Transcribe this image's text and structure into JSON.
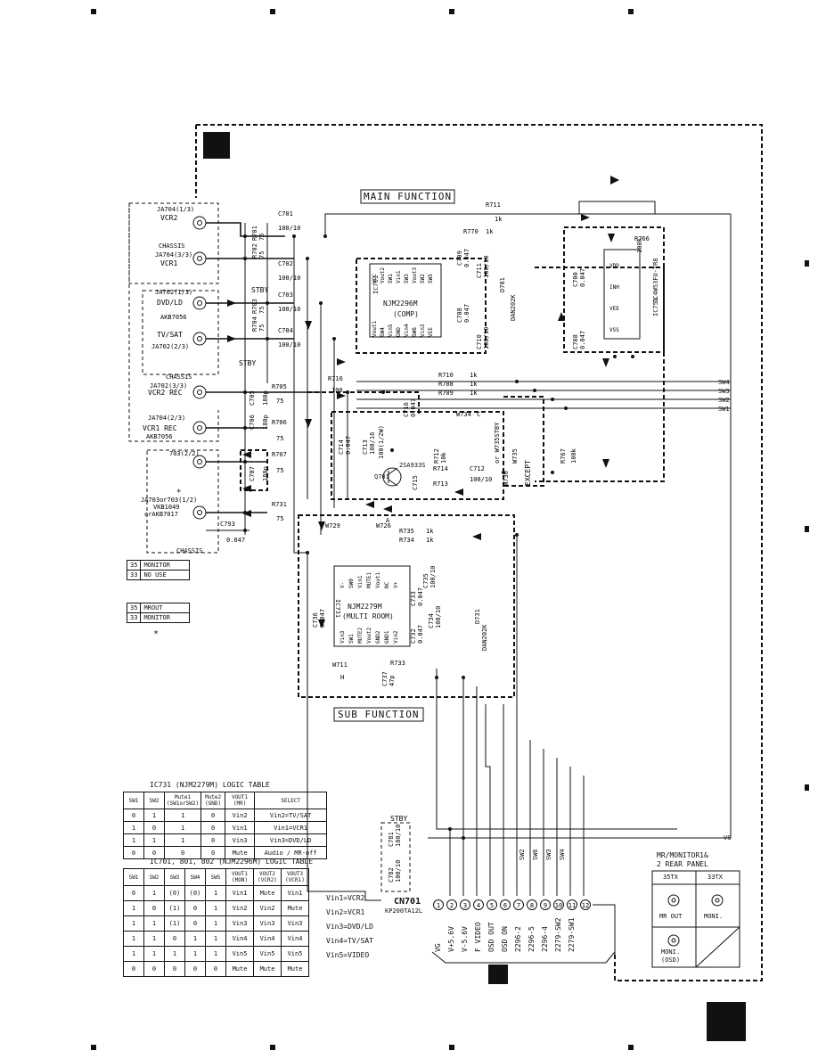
{
  "blocks": {
    "main_function": "MAIN FUNCTION",
    "sub_function": "SUB FUNCTION"
  },
  "jacks": {
    "ja704_1": "JA704(1/3)",
    "vcr2": "VCR2",
    "chassis": "CHASSIS",
    "ja704_3": "JA704(3/3)",
    "vcr1": "VCR1",
    "ja702_1": "JA702(1/3)",
    "dvd_ld": "DVD/LD",
    "akb7056": "AKB7056",
    "tv_sat": "TV/SAT",
    "ja702_2": "JA702(2/3)",
    "ja702_3": "JA702(3/3)",
    "vcr2_rec": "VCR2 REC",
    "ja704_2": "JA704(2/3)",
    "vcr1_rec": "VCR1 REC",
    "akb7056_b": "AKB7056",
    "j703_2": "703(2/2)",
    "asterisk": "*",
    "ja703": "JA703or703(1/2)",
    "vkb1049": "VKB1049",
    "akb7017": "orAKB7017",
    "stby": "STBY"
  },
  "ic701": {
    "ref": "IC701",
    "part": "NJM2296M",
    "note": "(COMP)",
    "pins_top": [
      "VCC",
      "Vout2",
      "SW1",
      "Vin1",
      "SW3",
      "Vout3",
      "SW2",
      "SW5"
    ],
    "pins_bottom": [
      "Vout1",
      "SW4",
      "Vin5",
      "GND",
      "Vin4",
      "SW6",
      "Vin3",
      "VEE"
    ]
  },
  "ic751": {
    "ref": "IC751",
    "part": "TC4W53FU-TR8",
    "pins": [
      "VDD",
      "INH",
      "VEE",
      "VSS"
    ]
  },
  "ic731": {
    "ref": "IC731",
    "part": "NJM2279M",
    "note": "(MULTI ROOM)",
    "pins_top": [
      "V-",
      "SW0",
      "Vin1",
      "MUTE1",
      "Vout1",
      "NC",
      "V+"
    ],
    "pins_bottom": [
      "Vin3",
      "SW1",
      "MUTE2",
      "Vout2",
      "GND2",
      "GND1",
      "Vin2"
    ]
  },
  "q701": {
    "ref": "Q701",
    "part": "2SA933S"
  },
  "components": {
    "c701": "C701",
    "c701_v": "100/10",
    "c702": "C702",
    "c702_v": "100/10",
    "c703": "C703",
    "c703_v": "100/10",
    "c704": "C704",
    "c704_v": "100/10",
    "r701": "R701",
    "r701_v": "75",
    "r702": "R702",
    "r702_v": "75",
    "r703": "R703",
    "r703_v": "75",
    "r704": "R704",
    "r704_v": "75",
    "r705": "R705",
    "r705_v": "75",
    "r706": "R706",
    "r706_v": "75",
    "r707": "R707",
    "r707_v": "75",
    "r731": "R731",
    "r731_v": "75",
    "r711": "R711",
    "r711_v": "1k",
    "r770": "R770",
    "r770_v": "1k",
    "r710": "R710",
    "r708": "R708",
    "r709": "R709",
    "r_1k": "1k",
    "r716": "R716",
    "r716_v": "100",
    "r713": "R713",
    "r714": "R714",
    "r712": "R712",
    "r712_v": "10k",
    "r717": "R717",
    "r717_v": "100",
    "r766": "R766",
    "r766_v": "100k",
    "r767": "R767",
    "r767_v": "100k",
    "r735": "R735",
    "r734": "R734",
    "r733": "R733",
    "c709": "C709",
    "c709_v": "0.047",
    "c711": "C711",
    "c711_v": "100/10",
    "c708": "C708",
    "c708_v": "0.047",
    "c710": "C710",
    "c710_v": "100/10",
    "c705": "C705",
    "c706": "C706",
    "c707": "C707",
    "c_180p": "180p",
    "c714": "C714",
    "c714_v": "0.047",
    "c713": "C713",
    "c713_v": "100/16",
    "c715": "C715",
    "c712": "C712",
    "c712_v": "100/10",
    "c716": "C716",
    "c716_v": "0.047",
    "c700": "C700",
    "c700_v": "0.047",
    "c788": "C788",
    "c788_v": "0.047",
    "c793": "C793",
    "c793_v": "0.047",
    "c736": "C736",
    "c736_v": "0.047",
    "c735": "C735",
    "c735_v": "100/10",
    "c733": "C733",
    "c733_v": "0.047",
    "c734": "C734",
    "c734_v": "100/10",
    "c732": "C732",
    "c732_v": "0.047",
    "c737": "C737",
    "c737_v": "47p",
    "c781": "C781",
    "c781_v": "100/10",
    "c782": "C782",
    "c782_v": "100/10",
    "d701": "D701",
    "d701_v": "DAN202K",
    "d731": "D731",
    "d731_v": "DAN202K",
    "w729": "W729",
    "w726": "W726",
    "w734": "W734",
    "w711": "W711",
    "w735": "W735",
    "w736": "W736",
    "w735_note": "or W735STBY",
    "except": "EXCEPT",
    "lbl_a": "A",
    "lbl_c": "C",
    "lbl_h": "H",
    "ic709_l": "100(1/2W)"
  },
  "sw_labels": [
    "SW4",
    "SW3",
    "SW2",
    "SW1"
  ],
  "vs_label": "VS",
  "monitor_boxes": [
    {
      "rows": [
        [
          "35",
          "MONITOR"
        ],
        [
          "33",
          "NO USE"
        ]
      ]
    },
    {
      "rows": [
        [
          "35",
          "MROUT"
        ],
        [
          "33",
          "MONITOR"
        ]
      ]
    }
  ],
  "note_asterisk": "*",
  "cn701": {
    "ref": "CN701",
    "part": "KP200TA12L",
    "pins": [
      "1",
      "2",
      "3",
      "4",
      "5",
      "6",
      "7",
      "8",
      "9",
      "10",
      "11",
      "12"
    ],
    "pin_labels": [
      "VG",
      "V+5.6V",
      "V-5.6V",
      "F VIDEO",
      "OSD OUT",
      "OSD ON",
      "2296-2",
      "2296-5",
      "2296-4",
      "2279-SW2",
      "2279-SW1"
    ],
    "sw_top": [
      "SW2",
      "SW6",
      "SW3",
      "SW4"
    ]
  },
  "ic731_table": {
    "title": "IC731 (NJM2279M)  LOGIC TABLE",
    "headers": [
      "SW1",
      "SW2",
      "Mute1 (SW1orSW2)",
      "Mute2 (GND)",
      "VOUT1 (MR)",
      "SELECT"
    ],
    "rows": [
      [
        "0",
        "1",
        "1",
        "0",
        "Vin2",
        "Vin2=TV/SAT"
      ],
      [
        "1",
        "0",
        "1",
        "0",
        "Vin1",
        "Vin1=VCR1"
      ],
      [
        "1",
        "1",
        "1",
        "0",
        "Vin3",
        "Vin3=DVD/LD"
      ],
      [
        "0",
        "0",
        "0",
        "0",
        "Mute",
        "Audio / MR-off"
      ]
    ]
  },
  "ic701_table": {
    "title": "IC701, 801, 802 (NJM2296M)  LOGIC TABLE",
    "headers": [
      "SW1",
      "SW2",
      "SW3",
      "SW4",
      "SW5",
      "VOUT1 (MON)",
      "VOUT2 (VCR2)",
      "VOUT3 (VCR1)"
    ],
    "rows": [
      [
        "0",
        "1",
        "(0)",
        "(0)",
        "1",
        "Vin1",
        "Mute",
        "Vin1"
      ],
      [
        "1",
        "0",
        "(1)",
        "0",
        "1",
        "Vin2",
        "Vin2",
        "Mute"
      ],
      [
        "1",
        "1",
        "(1)",
        "0",
        "1",
        "Vin3",
        "Vin3",
        "Vin3"
      ],
      [
        "1",
        "1",
        "0",
        "1",
        "1",
        "Vin4",
        "Vin4",
        "Vin4"
      ],
      [
        "1",
        "1",
        "1",
        "1",
        "1",
        "Vin5",
        "Vin5",
        "Vin5"
      ],
      [
        "0",
        "0",
        "0",
        "0",
        "0",
        "Mute",
        "Mute",
        "Mute"
      ]
    ],
    "eqs": [
      "Vin1=VCR2",
      "Vin2=VCR1",
      "Vin3=DVD/LD",
      "Vin4=TV/SAT",
      "Vin5=VIDEO"
    ]
  },
  "rear_panel": {
    "title": "MR/MONITOR1&",
    "title2": "2 REAR PANEL",
    "cols": [
      "35TX",
      "33TX"
    ],
    "jacks": [
      "MR OUT",
      "MONI.",
      "MONI.",
      "(OSD)"
    ]
  }
}
